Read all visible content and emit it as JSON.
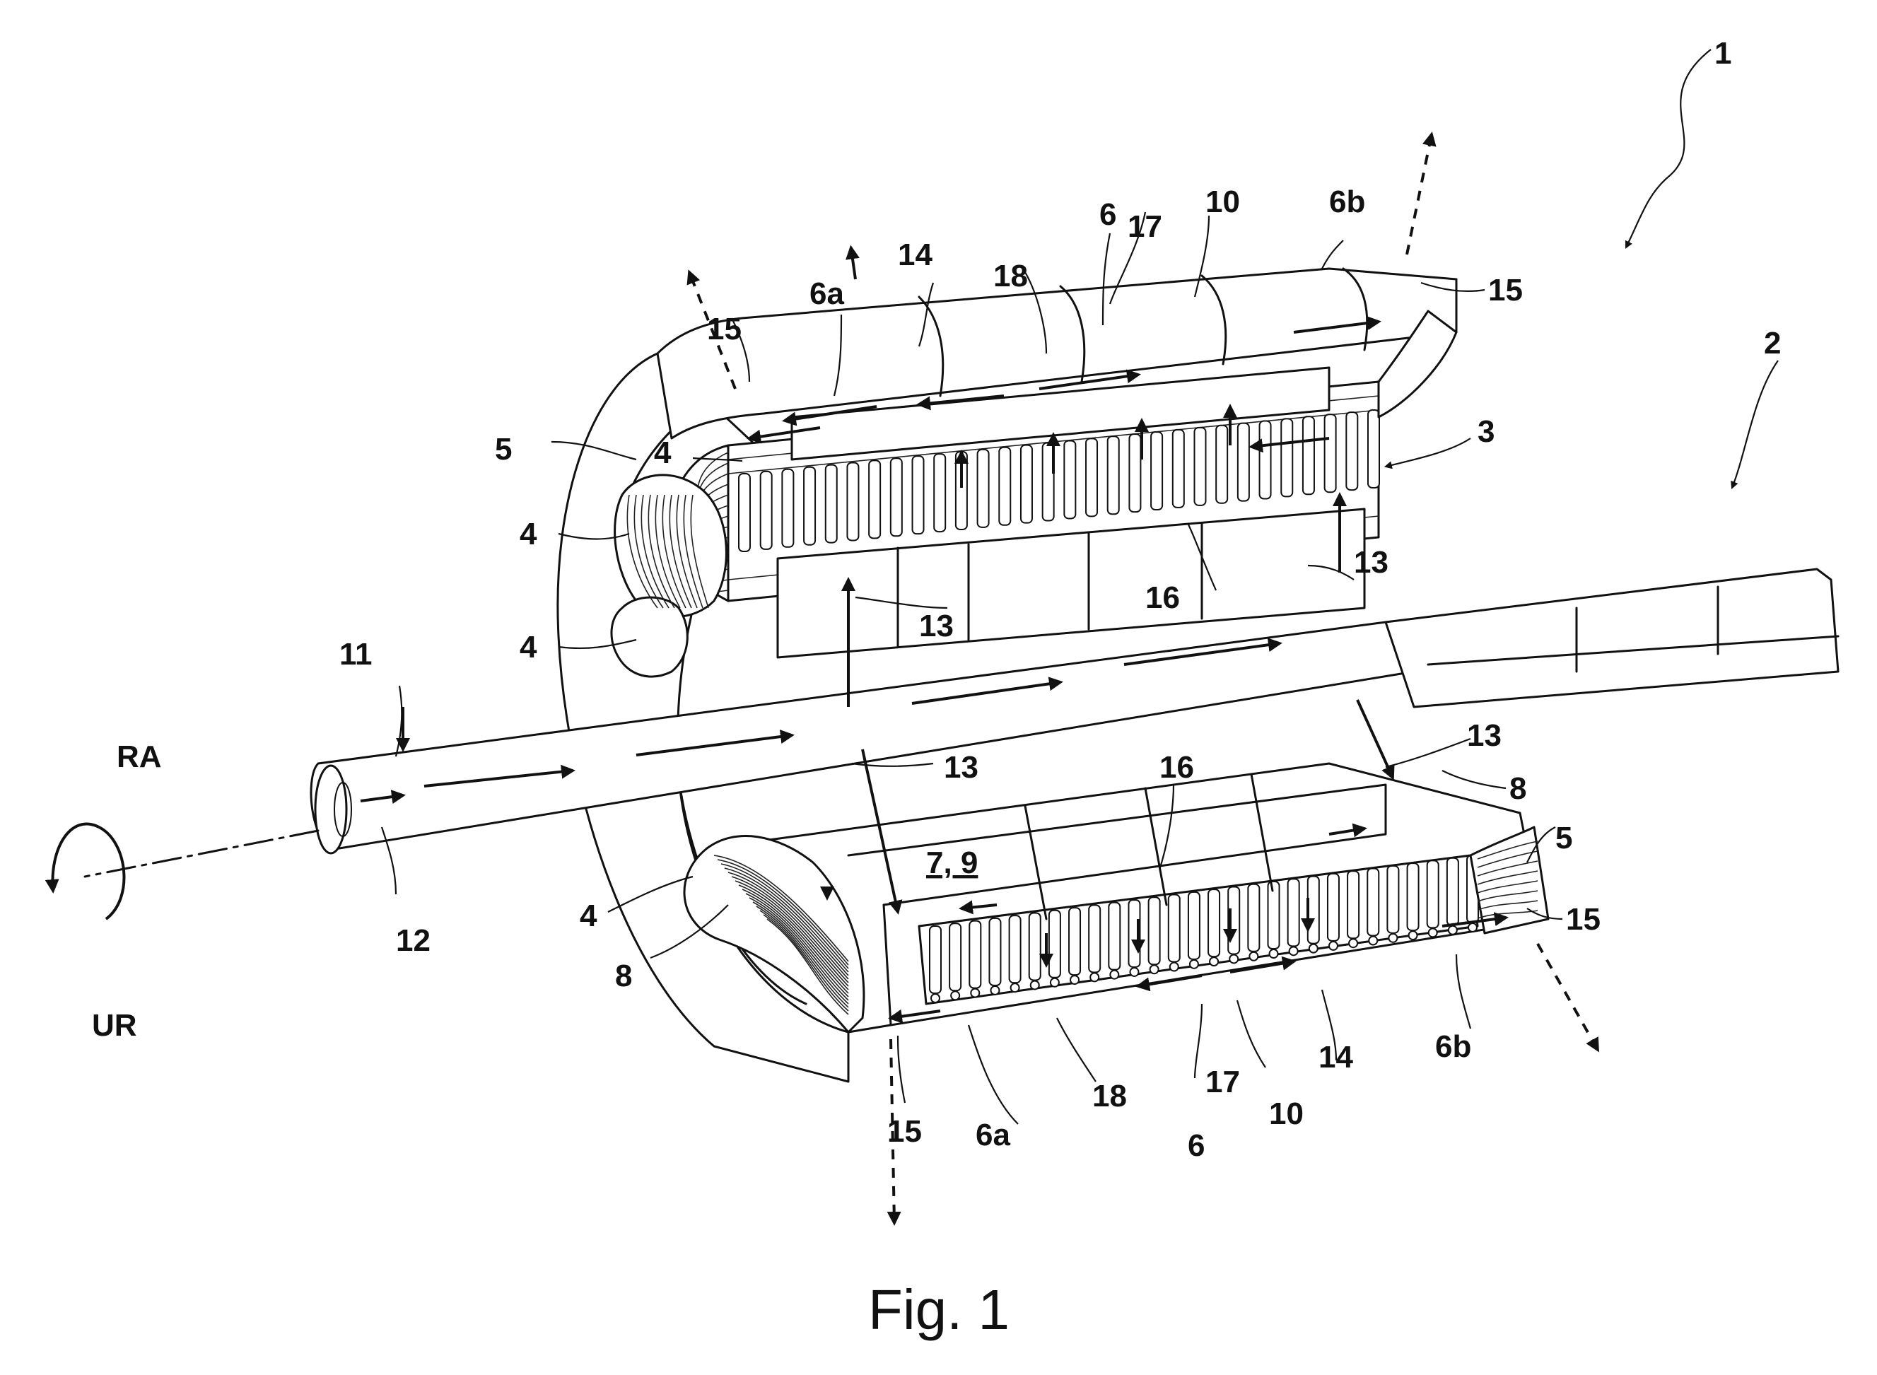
{
  "figure": {
    "caption": "Fig. 1",
    "labels": {
      "n1": "1",
      "n2": "2",
      "n3": "3",
      "n4a": "4",
      "n4b": "4",
      "n4c": "4",
      "n4d": "4",
      "n5a": "5",
      "n5b": "5",
      "n6a": "6",
      "n6b": "6",
      "n6a_top": "6a",
      "n6a_bot": "6a",
      "n6b_top": "6b",
      "n6b_bot": "6b",
      "n7_9": "7, 9",
      "n8a": "8",
      "n8b": "8",
      "n10a": "10",
      "n10b": "10",
      "n11": "11",
      "n12": "12",
      "n13a": "13",
      "n13b": "13",
      "n13c": "13",
      "n13d": "13",
      "n14a": "14",
      "n14b": "14",
      "n15a": "15",
      "n15b": "15",
      "n15c": "15",
      "n15d": "15",
      "n16a": "16",
      "n16b": "16",
      "n17a": "17",
      "n17b": "17",
      "n18a": "18",
      "n18b": "18",
      "ra": "RA",
      "ur": "UR"
    }
  }
}
